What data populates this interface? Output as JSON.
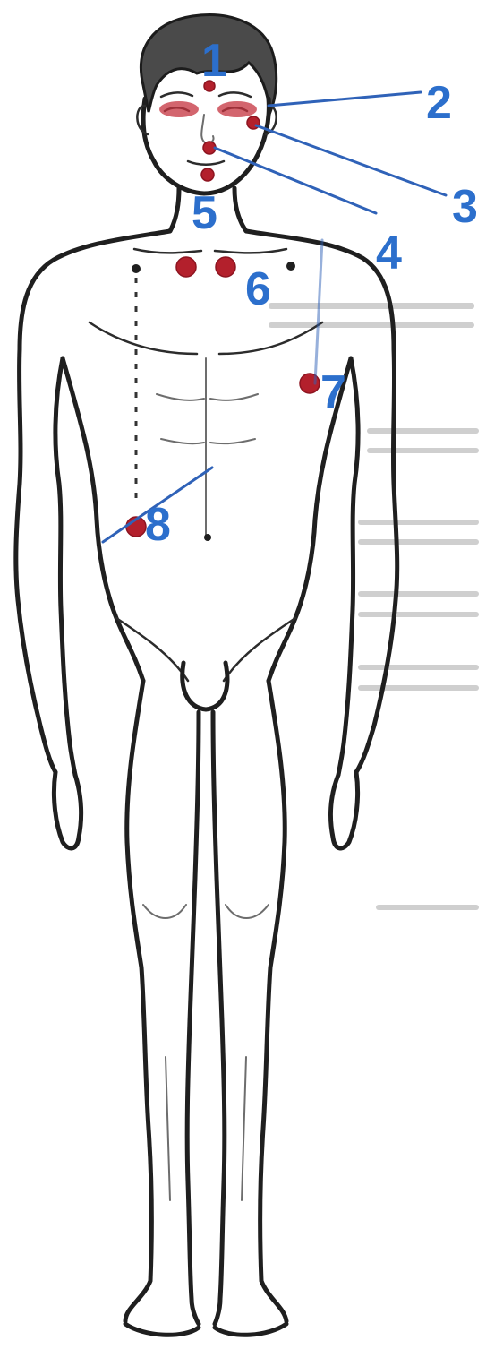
{
  "diagram": {
    "labels": [
      "1",
      "2",
      "3",
      "4",
      "5",
      "6",
      "7",
      "8"
    ]
  },
  "colors": {
    "point": "#b3202c",
    "label": "#2c6fcc",
    "outline": "#1f1f1f"
  }
}
